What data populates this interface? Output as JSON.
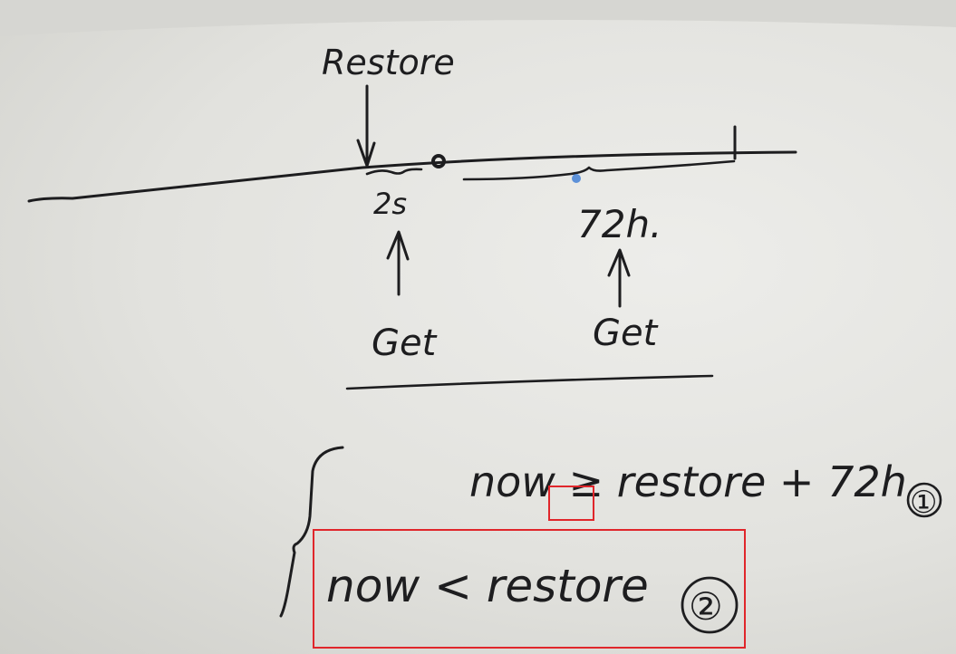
{
  "labels": {
    "restore": "Restore",
    "small_interval": "2s",
    "large_interval": "72h.",
    "get_left": "Get",
    "get_right": "Get"
  },
  "conditions": [
    {
      "text": "now ≥ restore + 72h",
      "marker": "①"
    },
    {
      "text": "now < restore",
      "marker": "②"
    }
  ],
  "colors": {
    "ink": "#1d1d1f",
    "highlight_box": "#e0262b",
    "paper": "#e6e6e2"
  }
}
